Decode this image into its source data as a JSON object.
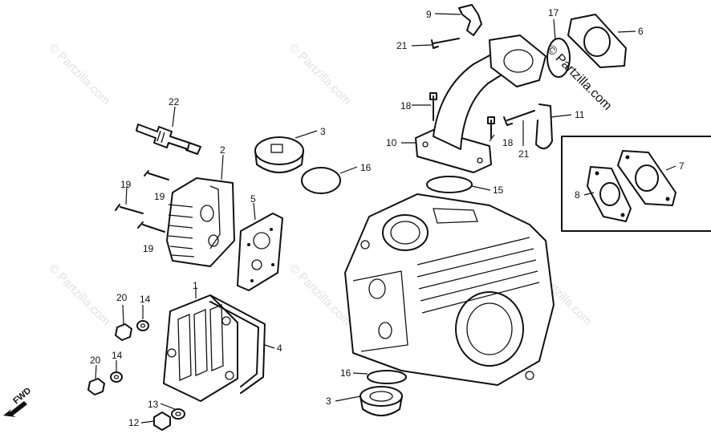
{
  "watermark": {
    "text": "© Partzilla.com",
    "prominent_text": "© Partzilla.com"
  },
  "direction_marker": {
    "label": "FWD"
  },
  "callouts": {
    "c1": "1",
    "c2": "2",
    "c3a": "3",
    "c3b": "3",
    "c4": "4",
    "c5": "5",
    "c6": "6",
    "c7": "7",
    "c8": "8",
    "c9": "9",
    "c10": "10",
    "c11": "11",
    "c12": "12",
    "c13": "13",
    "c14a": "14",
    "c14b": "14",
    "c15": "15",
    "c16a": "16",
    "c16b": "16",
    "c17": "17",
    "c18a": "18",
    "c18b": "18",
    "c19a": "19",
    "c19b": "19",
    "c19c": "19",
    "c20a": "20",
    "c20b": "20",
    "c21a": "21",
    "c21b": "21",
    "c22": "22"
  },
  "colors": {
    "line": "#111111",
    "background": "#ffffff",
    "watermark": "#c9c9c9"
  }
}
